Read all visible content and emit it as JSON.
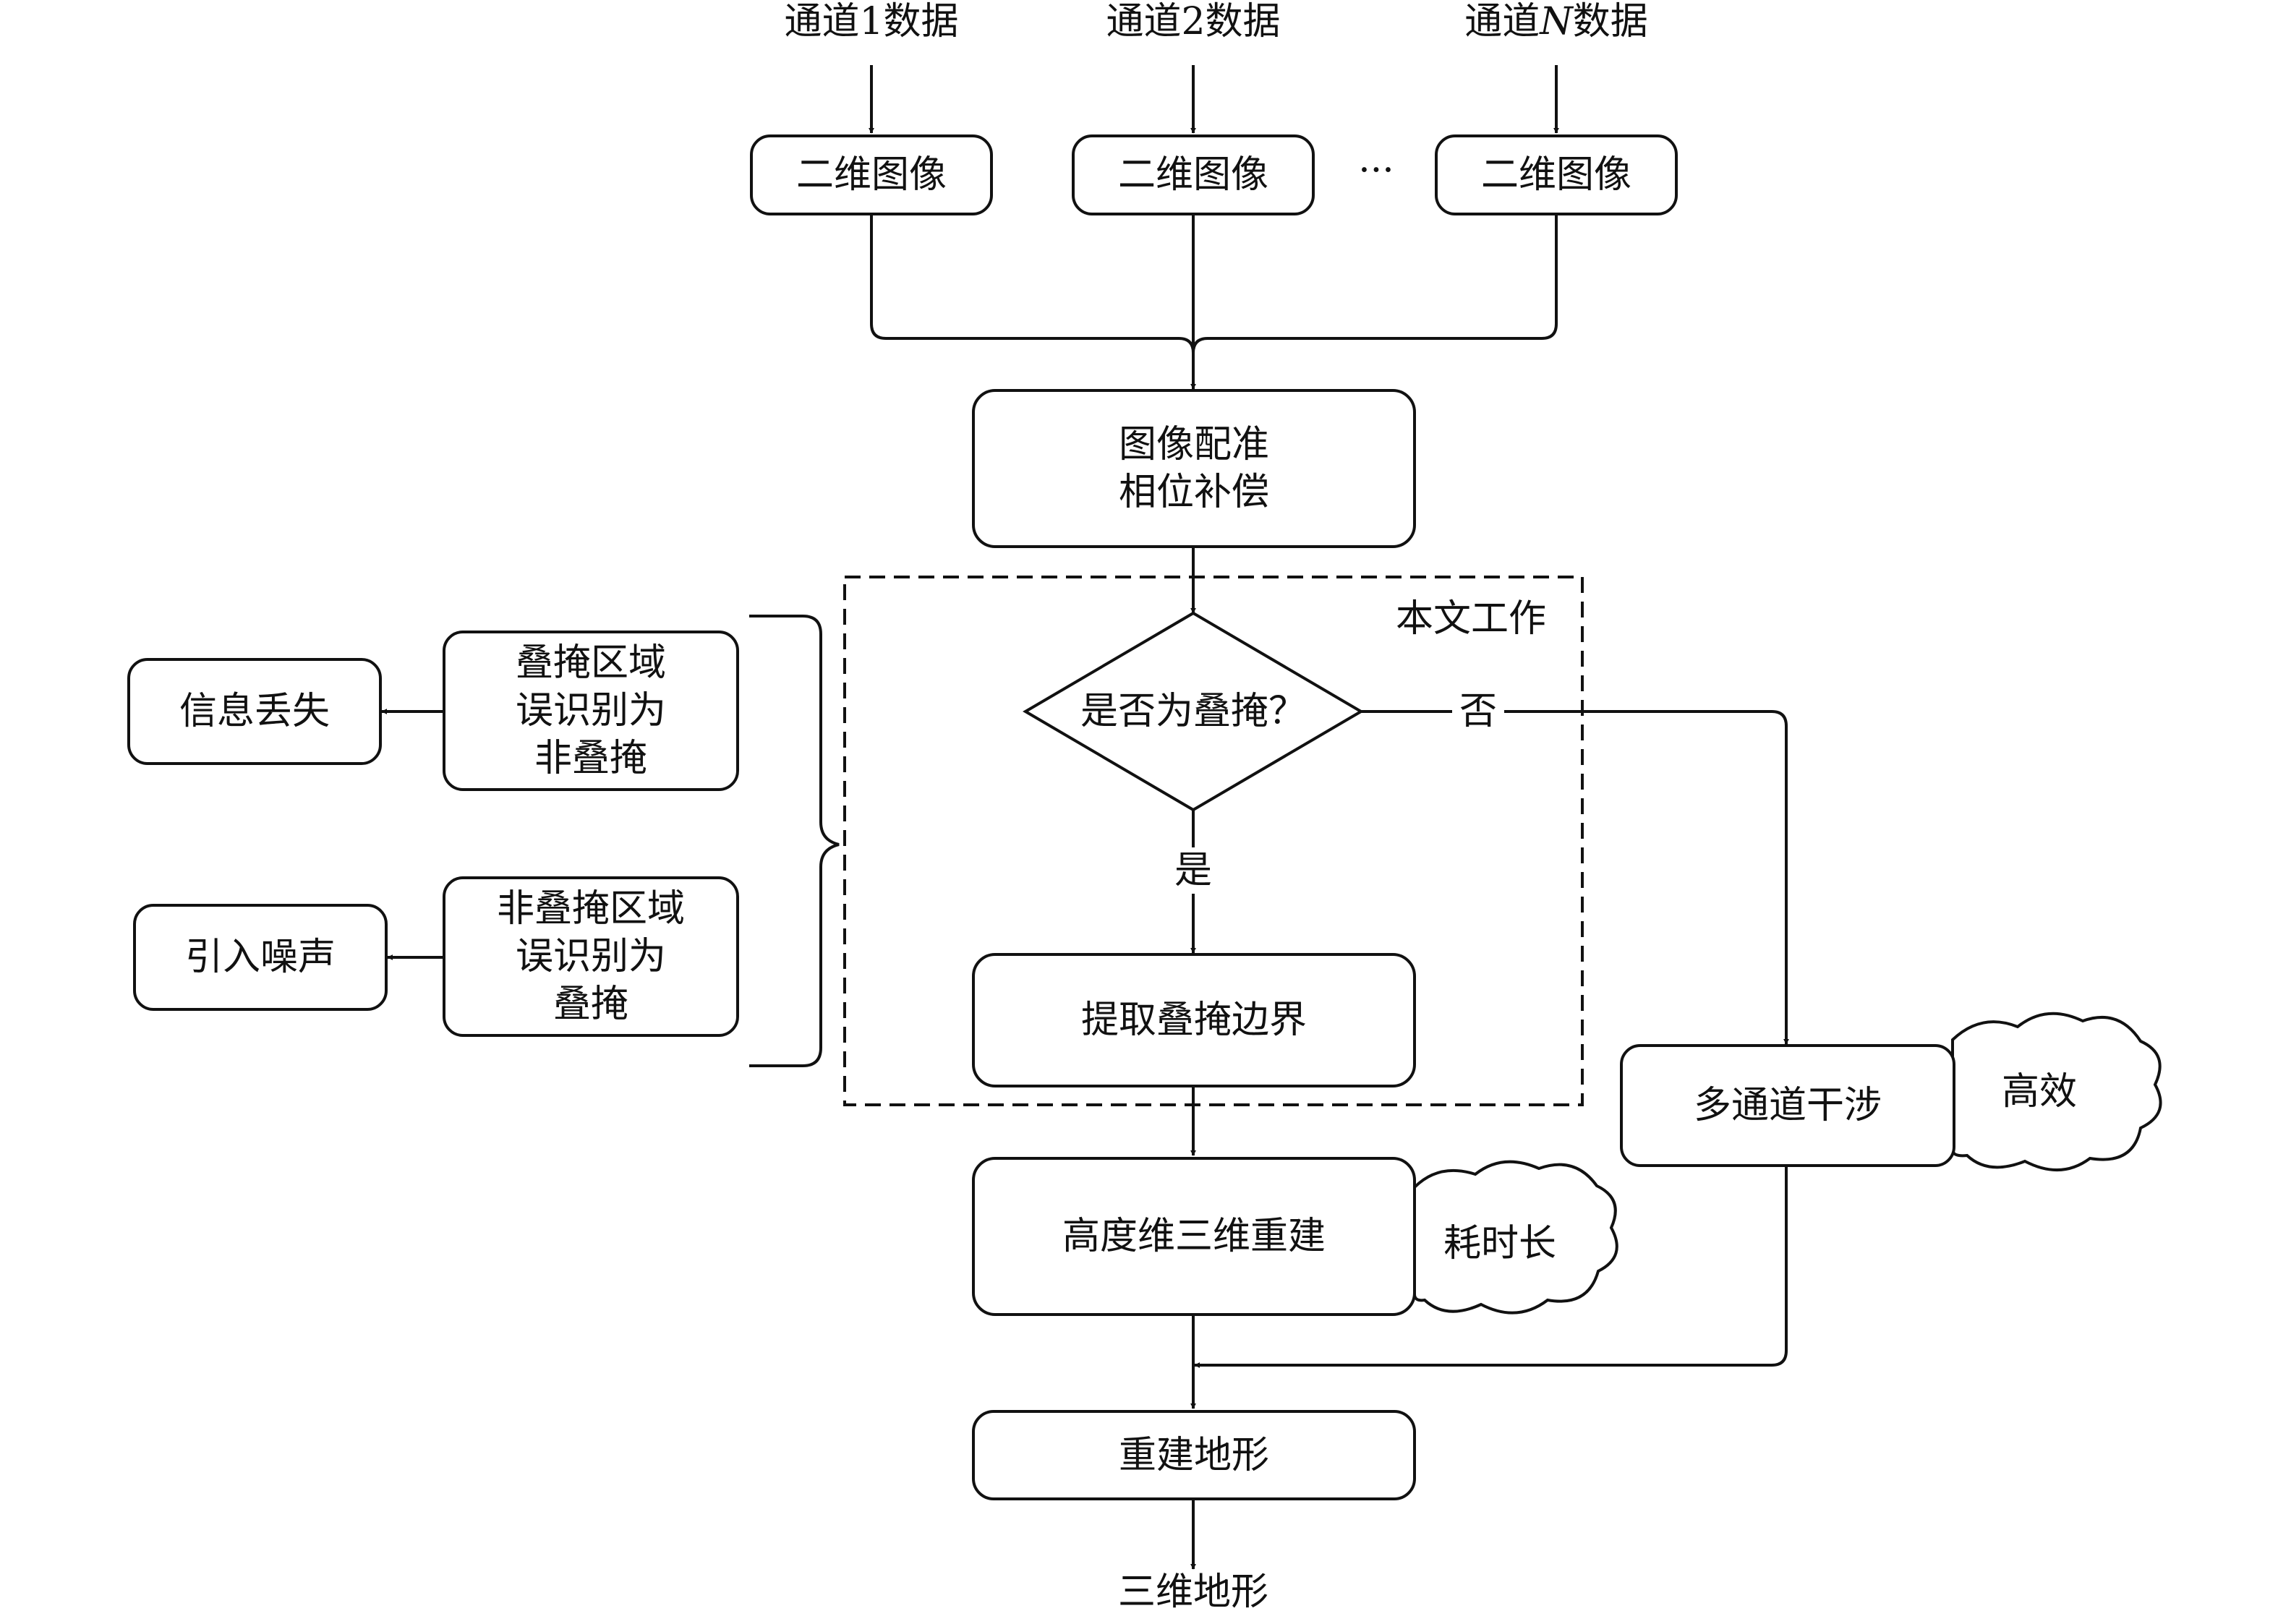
{
  "inputs": {
    "ch1_prefix": "通道1数据",
    "ch2_prefix": "通道2数据",
    "chN_pre": "通道",
    "chN_var": "N",
    "chN_post": "数据"
  },
  "nodes": {
    "img1": "二维图像",
    "img2": "二维图像",
    "imgN": "二维图像",
    "ellipsis": "···",
    "registration_line1": "图像配准",
    "registration_line2": "相位补偿",
    "region_label": "本文工作",
    "decision": "是否为叠掩？",
    "yes": "是",
    "no": "否",
    "extract": "提取叠掩边界",
    "multichannel": "多通道干涉",
    "efficient": "高效",
    "height_recon": "高度维三维重建",
    "time_consuming": "耗时长",
    "terrain": "重建地形",
    "output": "三维地形"
  },
  "errors": {
    "err1_line1": "叠掩区域",
    "err1_line2": "误识别为",
    "err1_line3": "非叠掩",
    "err2_line1": "非叠掩区域",
    "err2_line2": "误识别为",
    "err2_line3": "叠掩",
    "info_loss": "信息丢失",
    "noise": "引入噪声"
  }
}
